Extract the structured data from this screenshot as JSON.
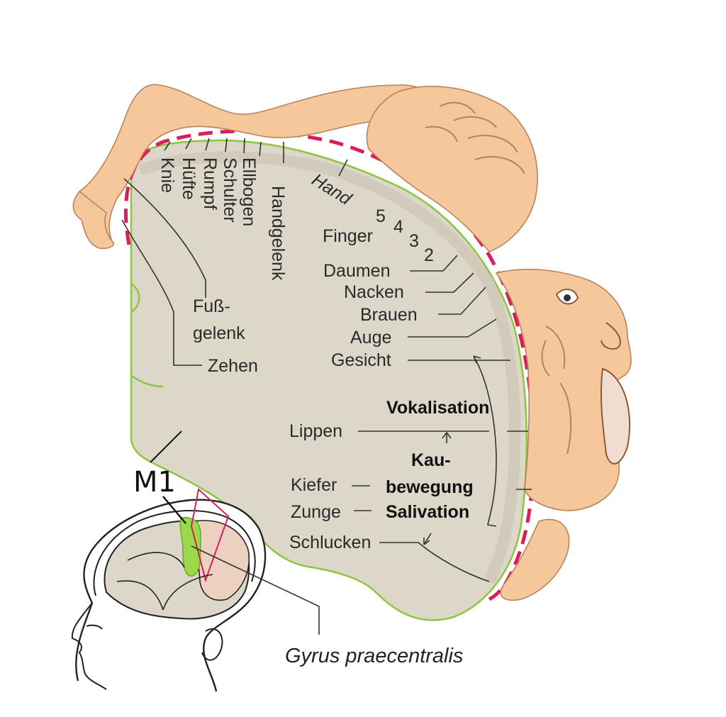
{
  "colors": {
    "cortex_fill": "#ddd7ca",
    "cortex_edge": "#8cc63f",
    "dashed_line": "#d81e5b",
    "body_fill": "#f5c79a",
    "m1_highlight": "#9ad94a"
  },
  "labels": {
    "knie": "Knie",
    "huefte": "Hüfte",
    "rumpf": "Rumpf",
    "schulter": "Schulter",
    "ellbogen": "Ellbogen",
    "handgelenk": "Handgelenk",
    "hand": "Hand",
    "finger": "Finger",
    "finger_5": "5",
    "finger_4": "4",
    "finger_3": "3",
    "finger_2": "2",
    "fuss_1": "Fuß-",
    "fuss_2": "gelenk",
    "zehen": "Zehen",
    "daumen": "Daumen",
    "nacken": "Nacken",
    "brauen": "Brauen",
    "auge": "Auge",
    "gesicht": "Gesicht",
    "vokalisation": "Vokalisation",
    "lippen": "Lippen",
    "kau_1": "Kau-",
    "kau_2": "bewegung",
    "salivation": "Salivation",
    "kiefer": "Kiefer",
    "zunge": "Zunge",
    "schlucken": "Schlucken",
    "m1": "M1",
    "gyrus": "Gyrus praecentralis"
  }
}
